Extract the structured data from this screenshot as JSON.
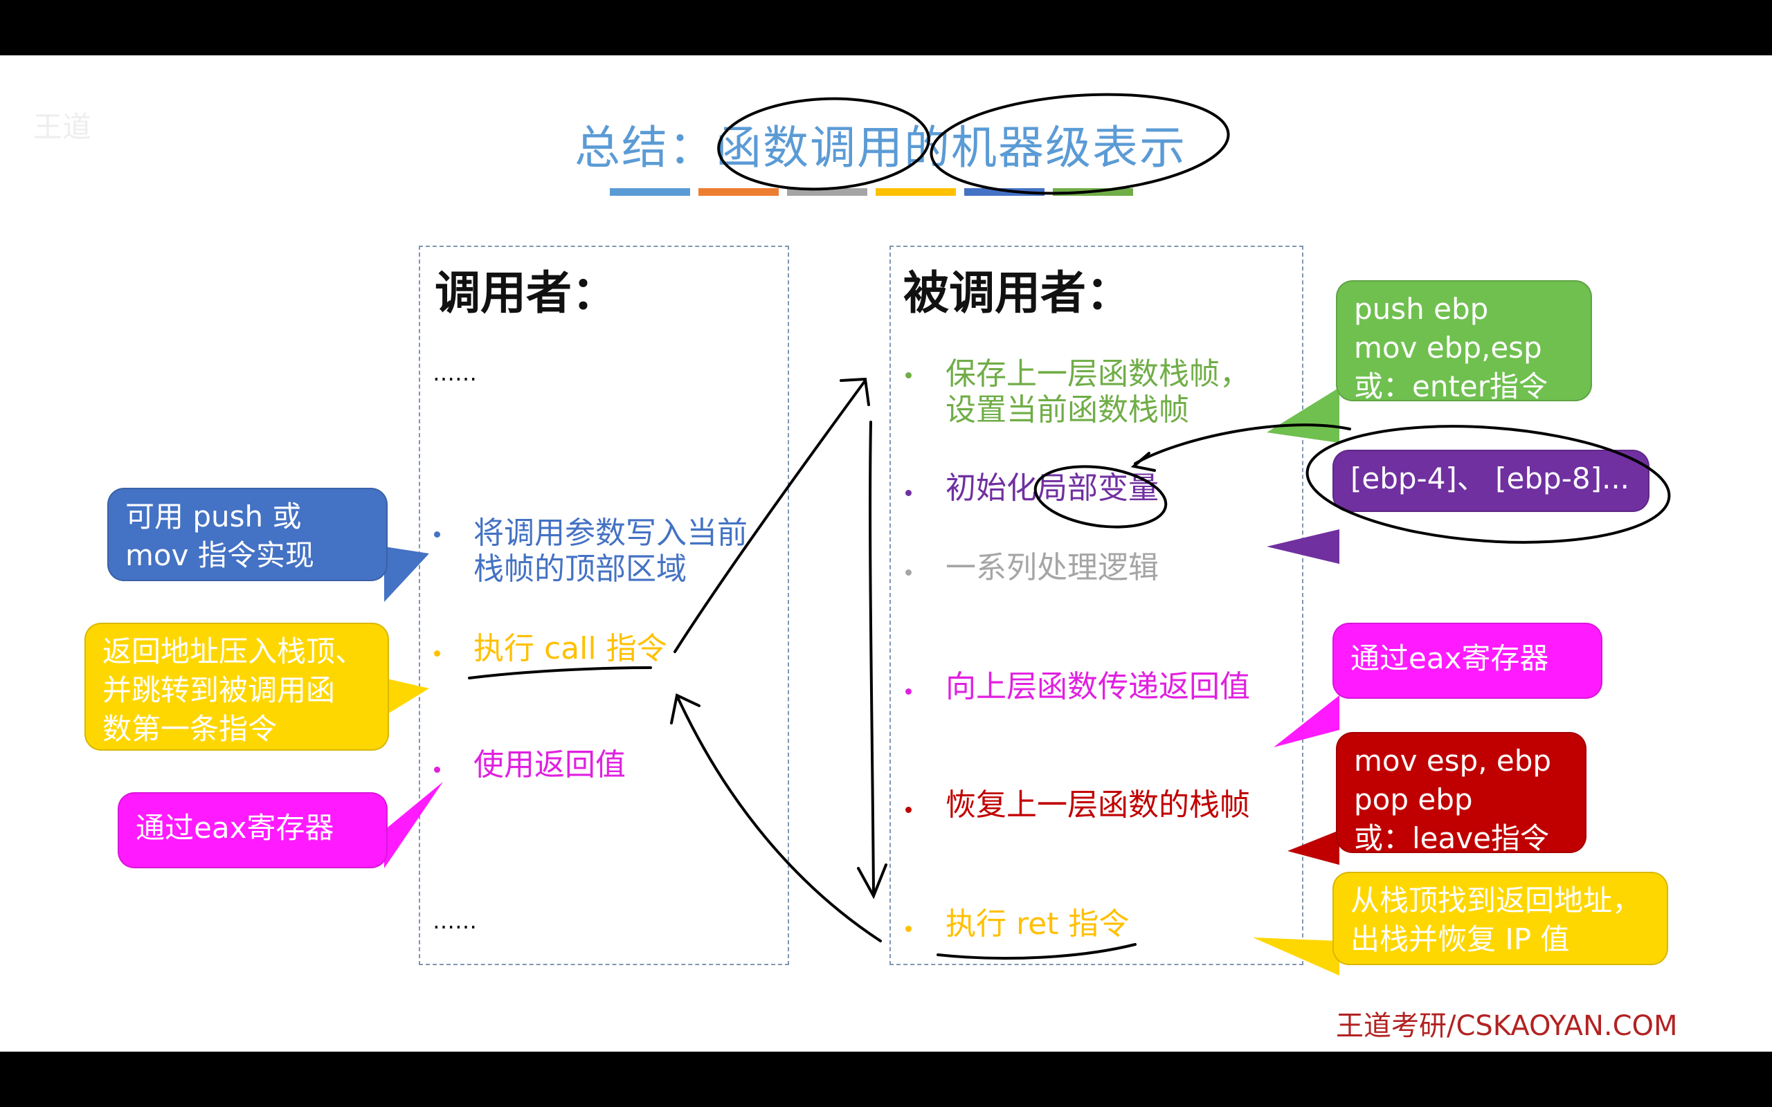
{
  "title": "总结：函数调用的机器级表示",
  "title_bar_colors": [
    "#5b9bd5",
    "#ed7d31",
    "#a5a5a5",
    "#ffc000",
    "#4472c4",
    "#70ad47"
  ],
  "caller": {
    "heading": "调用者：",
    "dots_top": "……",
    "dots_bottom": "……",
    "items": [
      {
        "text_line1": "将调用参数写入当前",
        "text_line2": "栈帧的顶部区域",
        "color": "#4472c4"
      },
      {
        "text": "执行 call 指令",
        "color": "#ffc000"
      },
      {
        "text": "使用返回值",
        "color": "#e020e0"
      }
    ]
  },
  "callee": {
    "heading": "被调用者：",
    "items": [
      {
        "text_line1": "保存上一层函数栈帧，",
        "text_line2": "设置当前函数栈帧",
        "color": "#70ad47"
      },
      {
        "text": "初始化局部变量",
        "color": "#7030a0"
      },
      {
        "text": "一系列处理逻辑",
        "color": "#a5a5a5"
      },
      {
        "text": "向上层函数传递返回值",
        "color": "#e020e0"
      },
      {
        "text": "恢复上一层函数的栈帧",
        "color": "#c00000"
      },
      {
        "text": "执行 ret 指令",
        "color": "#ffc000"
      }
    ]
  },
  "callouts": {
    "push_mov": {
      "line1": "可用 push 或",
      "line2": "mov 指令实现",
      "color": "#4472c4"
    },
    "return_addr": {
      "line1": "返回地址压入栈顶、",
      "line2": "并跳转到被调用函",
      "line3": "数第一条指令",
      "color": "#ffd700"
    },
    "eax_left": {
      "text": "通过eax寄存器",
      "color": "#ff1aff"
    },
    "enter": {
      "line1": "push ebp",
      "line2": "mov ebp,esp",
      "line3": "或：enter指令",
      "color": "#70c050"
    },
    "locals": {
      "text": "[ebp-4]、 [ebp-8]...",
      "color": "#7030a0"
    },
    "eax_right": {
      "text": "通过eax寄存器",
      "color": "#ff1aff"
    },
    "leave": {
      "line1": "mov esp, ebp",
      "line2": "pop ebp",
      "line3": "或：leave指令",
      "color": "#c00000"
    },
    "ret": {
      "line1": "从栈顶找到返回地址，",
      "line2": "出栈并恢复 IP 值",
      "color": "#ffd700"
    }
  },
  "brand": "王道考研/CSKAOYAN.COM",
  "watermark": "王道"
}
